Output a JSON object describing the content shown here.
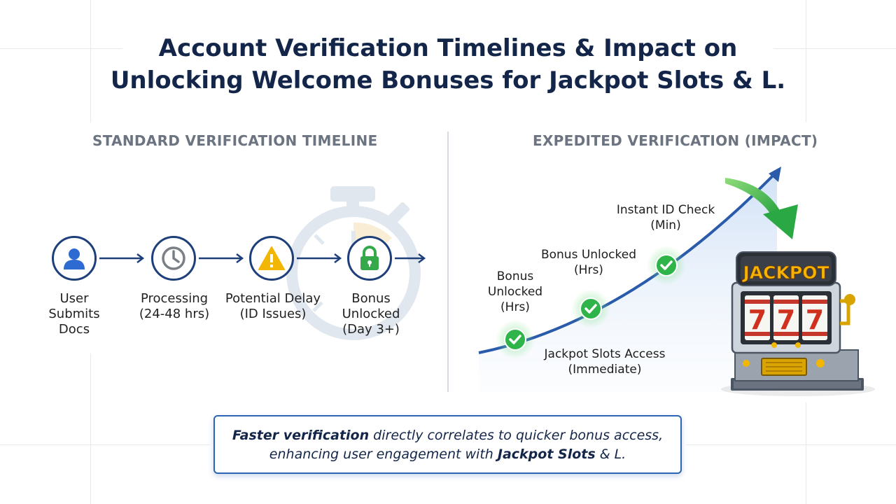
{
  "title": {
    "line1": "Account Verification Timelines & Impact on",
    "line2": "Unlocking Welcome Bonuses for Jackpot Slots & L."
  },
  "standard": {
    "heading": "STANDARD VERIFICATION TIMELINE",
    "steps": [
      {
        "icon": "user-icon",
        "lines": [
          "User",
          "Submits",
          "Docs"
        ]
      },
      {
        "icon": "clock-icon",
        "lines": [
          "Processing",
          "(24-48 hrs)"
        ]
      },
      {
        "icon": "warning-icon",
        "lines": [
          "Potential Delay",
          "(ID Issues)"
        ]
      },
      {
        "icon": "lock-icon",
        "lines": [
          "Bonus",
          "Unlocked",
          "(Day 3+)"
        ]
      }
    ]
  },
  "expedited": {
    "heading": "EXPEDITED VERIFICATION (IMPACT)",
    "labels": {
      "instant": [
        "Instant ID Check",
        "(Min)"
      ],
      "bonus_hrs_top": [
        "Bonus Unlocked",
        "(Hrs)"
      ],
      "bonus_hrs_left": [
        "Bonus",
        "Unlocked",
        "(Hrs)"
      ],
      "jackpot_access": [
        "Jackpot Slots Access",
        "(Immediate)"
      ]
    },
    "slot_machine": {
      "sign": "JACKPOT",
      "reels": [
        "7",
        "7",
        "7"
      ]
    }
  },
  "callout": {
    "bold1": "Faster verification",
    "text1": " directly correlates to quicker bonus access,",
    "text2": "enhancing user engagement with ",
    "bold2": "Jackpot Slots",
    "text3": " & L."
  },
  "colors": {
    "navy": "#13264a",
    "step_border": "#1d3f7a",
    "arrow_blue": "#2a5bab",
    "check_green": "#2fb44a",
    "warning_yellow": "#f2b705",
    "lock_green": "#35a94a",
    "user_blue": "#2d6ad1"
  }
}
